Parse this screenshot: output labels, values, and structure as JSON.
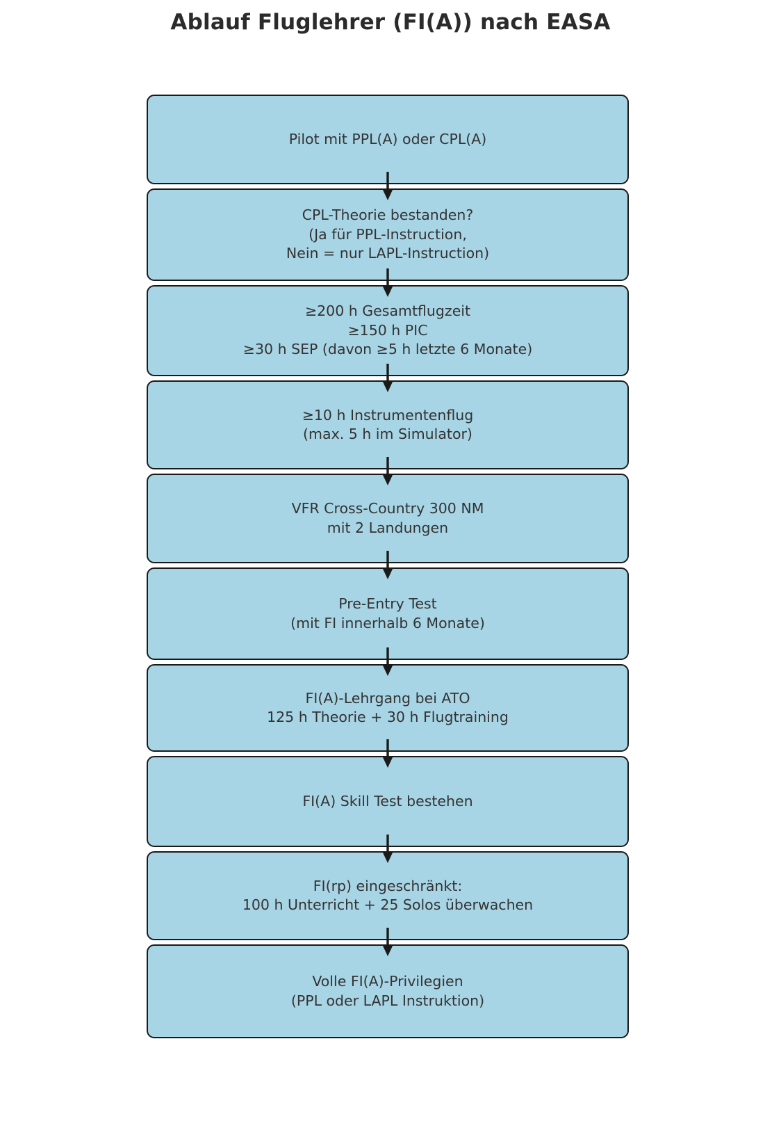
{
  "title": "Ablauf Fluglehrer (FI(A)) nach EASA",
  "colors": {
    "node_fill": "#a8d5e5",
    "node_border": "#1a1a1a",
    "text": "#333333",
    "title_text": "#2b2b2b",
    "background": "#ffffff"
  },
  "chart_data": {
    "type": "flowchart",
    "title": "Ablauf Fluglehrer (FI(A)) nach EASA",
    "orientation": "top-to-bottom",
    "node_count": 10,
    "edge_count": 9,
    "nodes": [
      {
        "id": "n1",
        "label": "Pilot mit PPL(A) oder CPL(A)"
      },
      {
        "id": "n2",
        "label": "CPL-Theorie bestanden?\n(Ja für PPL-Instruction,\nNein = nur LAPL-Instruction)"
      },
      {
        "id": "n3",
        "label": "≥200 h Gesamtflugzeit\n≥150 h PIC\n≥30 h SEP (davon ≥5 h letzte 6 Monate)"
      },
      {
        "id": "n4",
        "label": "≥10 h Instrumentenflug\n(max. 5 h im Simulator)"
      },
      {
        "id": "n5",
        "label": "VFR Cross-Country 300 NM\nmit 2 Landungen"
      },
      {
        "id": "n6",
        "label": "Pre-Entry Test\n(mit FI innerhalb 6 Monate)"
      },
      {
        "id": "n7",
        "label": "FI(A)-Lehrgang bei ATO\n125 h Theorie + 30 h Flugtraining"
      },
      {
        "id": "n8",
        "label": "FI(A) Skill Test bestehen"
      },
      {
        "id": "n9",
        "label": "FI(rp) eingeschränkt:\n100 h Unterricht + 25 Solos überwachen"
      },
      {
        "id": "n10",
        "label": "Volle FI(A)-Privilegien\n(PPL oder LAPL Instruktion)"
      }
    ],
    "edges": [
      {
        "from": "n1",
        "to": "n2",
        "label": ""
      },
      {
        "from": "n2",
        "to": "n3",
        "label": ""
      },
      {
        "from": "n3",
        "to": "n4",
        "label": ""
      },
      {
        "from": "n4",
        "to": "n5",
        "label": ""
      },
      {
        "from": "n5",
        "to": "n6",
        "label": ""
      },
      {
        "from": "n6",
        "to": "n7",
        "label": ""
      },
      {
        "from": "n7",
        "to": "n8",
        "label": ""
      },
      {
        "from": "n8",
        "to": "n9",
        "label": ""
      },
      {
        "from": "n9",
        "to": "n10",
        "label": ""
      }
    ]
  }
}
